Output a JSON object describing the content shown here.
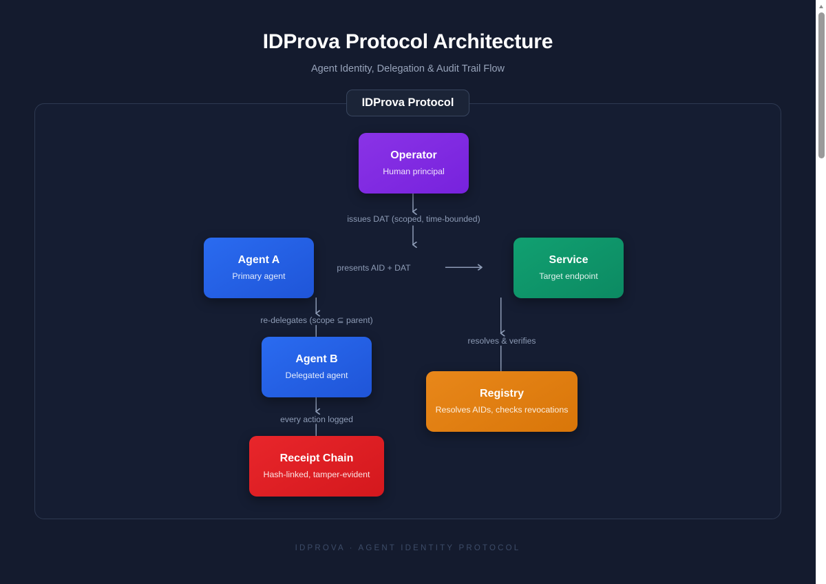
{
  "header": {
    "title": "IDProva Protocol Architecture",
    "subtitle": "Agent Identity, Delegation & Audit Trail Flow"
  },
  "diagram": {
    "badge_label": "IDProva Protocol",
    "nodes": [
      {
        "id": "operator",
        "title": "Operator",
        "subtitle": "Human principal",
        "color": "#7f2bea"
      },
      {
        "id": "agent_a",
        "title": "Agent A",
        "subtitle": "Primary agent",
        "color": "#2563eb"
      },
      {
        "id": "service",
        "title": "Service",
        "subtitle": "Target endpoint",
        "color": "#0f9a6e"
      },
      {
        "id": "agent_b",
        "title": "Agent B",
        "subtitle": "Delegated agent",
        "color": "#2563eb"
      },
      {
        "id": "registry",
        "title": "Registry",
        "subtitle": "Resolves AIDs, checks revocations",
        "color": "#e07b12"
      },
      {
        "id": "receipt_chain",
        "title": "Receipt Chain",
        "subtitle": "Hash-linked, tamper-evident",
        "color": "#e11d24"
      }
    ],
    "edges": [
      {
        "id": "operator_to_agent_a",
        "label": "issues DAT (scoped, time-bounded)",
        "from": "operator",
        "to": "agent_a"
      },
      {
        "id": "agent_a_to_service",
        "label": "presents AID + DAT",
        "from": "agent_a",
        "to": "service"
      },
      {
        "id": "agent_a_to_agent_b",
        "label": "re-delegates (scope ⊆ parent)",
        "from": "agent_a",
        "to": "agent_b"
      },
      {
        "id": "service_to_registry",
        "label": "resolves & verifies",
        "from": "service",
        "to": "registry"
      },
      {
        "id": "agent_b_to_receipt",
        "label": "every action logged",
        "from": "agent_b",
        "to": "receipt_chain"
      }
    ],
    "edge_color": "#8e9cb6"
  },
  "footer": {
    "text": "IDPROVA · AGENT IDENTITY PROTOCOL"
  },
  "scrollbar": {
    "up_arrow": "scroll-up-arrow"
  }
}
